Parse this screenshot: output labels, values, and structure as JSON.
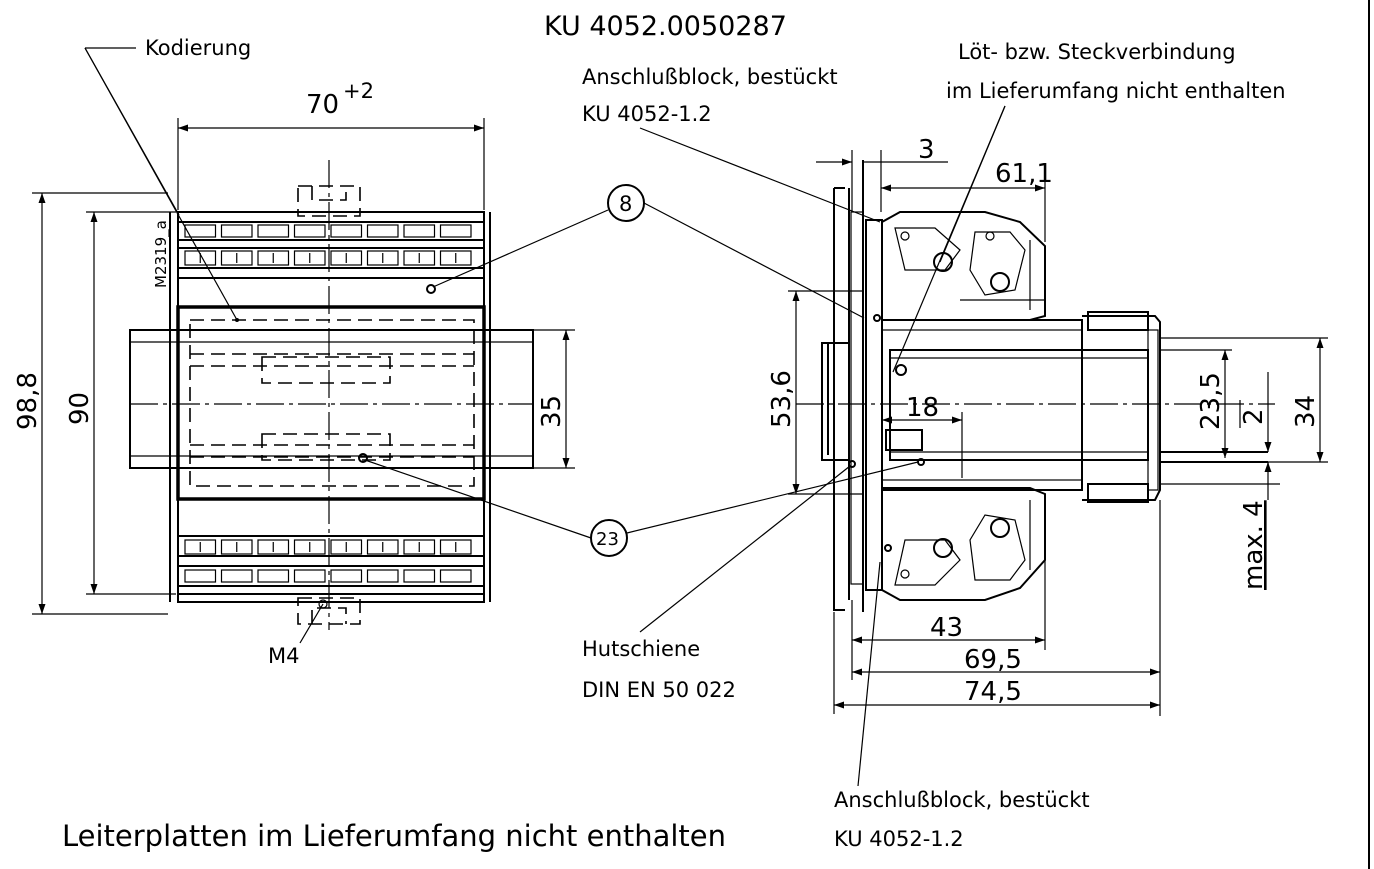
{
  "title": "KU 4052.0050287",
  "labels": {
    "kodierung": "Kodierung",
    "drawing_id": "M2319_a",
    "m4": "M4",
    "anschluss_top_1": "Anschlußblock, bestückt",
    "anschluss_top_2": "KU 4052-1.2",
    "loet_1": "Löt- bzw. Steckverbindung",
    "loet_2": "im Lieferumfang nicht enthalten",
    "hutschiene_1": "Hutschiene",
    "hutschiene_2": "DIN EN 50 022",
    "anschluss_bottom_1": "Anschlußblock, bestückt",
    "anschluss_bottom_2": "KU 4052-1.2",
    "footer": "Leiterplatten im Lieferumfang nicht enthalten"
  },
  "callouts": {
    "item_8": "8",
    "item_23": "23"
  },
  "dimensions": {
    "width_70": "70",
    "width_70_tol": "+2",
    "height_98_8": "98,8",
    "height_90": "90",
    "rail_35": "35",
    "dim_3": "3",
    "dim_61_1": "61,1",
    "dim_53_6": "53,6",
    "dim_18": "18",
    "dim_23_5": "23,5",
    "dim_2": "2",
    "dim_34": "34",
    "dim_max4": "max. 4",
    "dim_43": "43",
    "dim_69_5": "69,5",
    "dim_74_5": "74,5"
  }
}
